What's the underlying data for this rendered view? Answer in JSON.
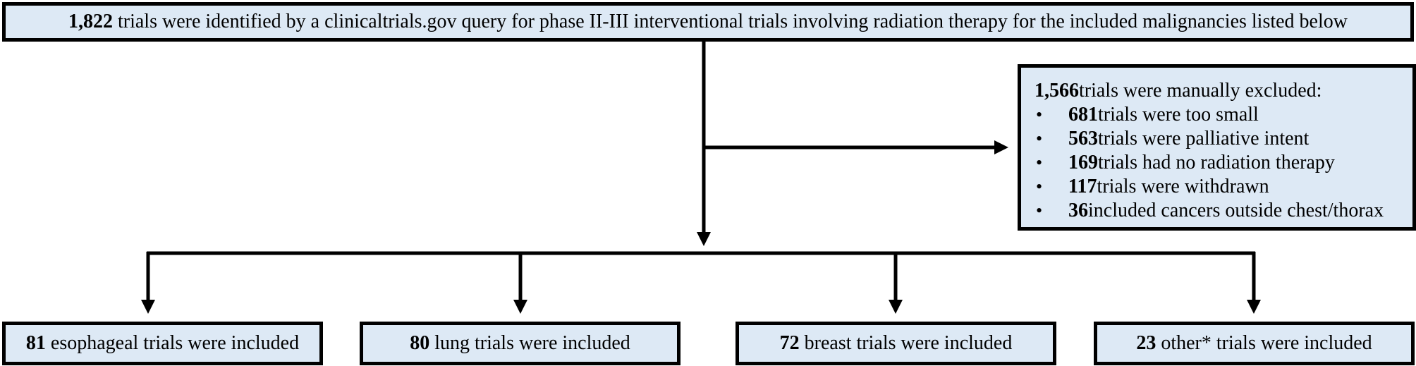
{
  "top": {
    "count": "1,822",
    "text": " trials were identified by a clinicaltrials.gov query for phase II-III interventional trials involving radiation therapy for the included malignancies listed below"
  },
  "exclusion": {
    "count": "1,566",
    "title": " trials were manually excluded:",
    "items": [
      {
        "bullet": "•",
        "count": "681",
        "text": " trials were too small"
      },
      {
        "bullet": "•",
        "count": "563",
        "text": " trials were palliative intent"
      },
      {
        "bullet": "•",
        "count": "169",
        "text": " trials had no radiation therapy"
      },
      {
        "bullet": "•",
        "count": "117",
        "text": " trials were withdrawn"
      },
      {
        "bullet": "•",
        "count": "36",
        "text": " included cancers outside chest/thorax"
      }
    ]
  },
  "included": [
    {
      "count": "81",
      "text": " esophageal trials were included"
    },
    {
      "count": "80",
      "text": " lung trials were included"
    },
    {
      "count": "72",
      "text": " breast trials were included"
    },
    {
      "count": "23",
      "text": " other* trials were included"
    }
  ]
}
